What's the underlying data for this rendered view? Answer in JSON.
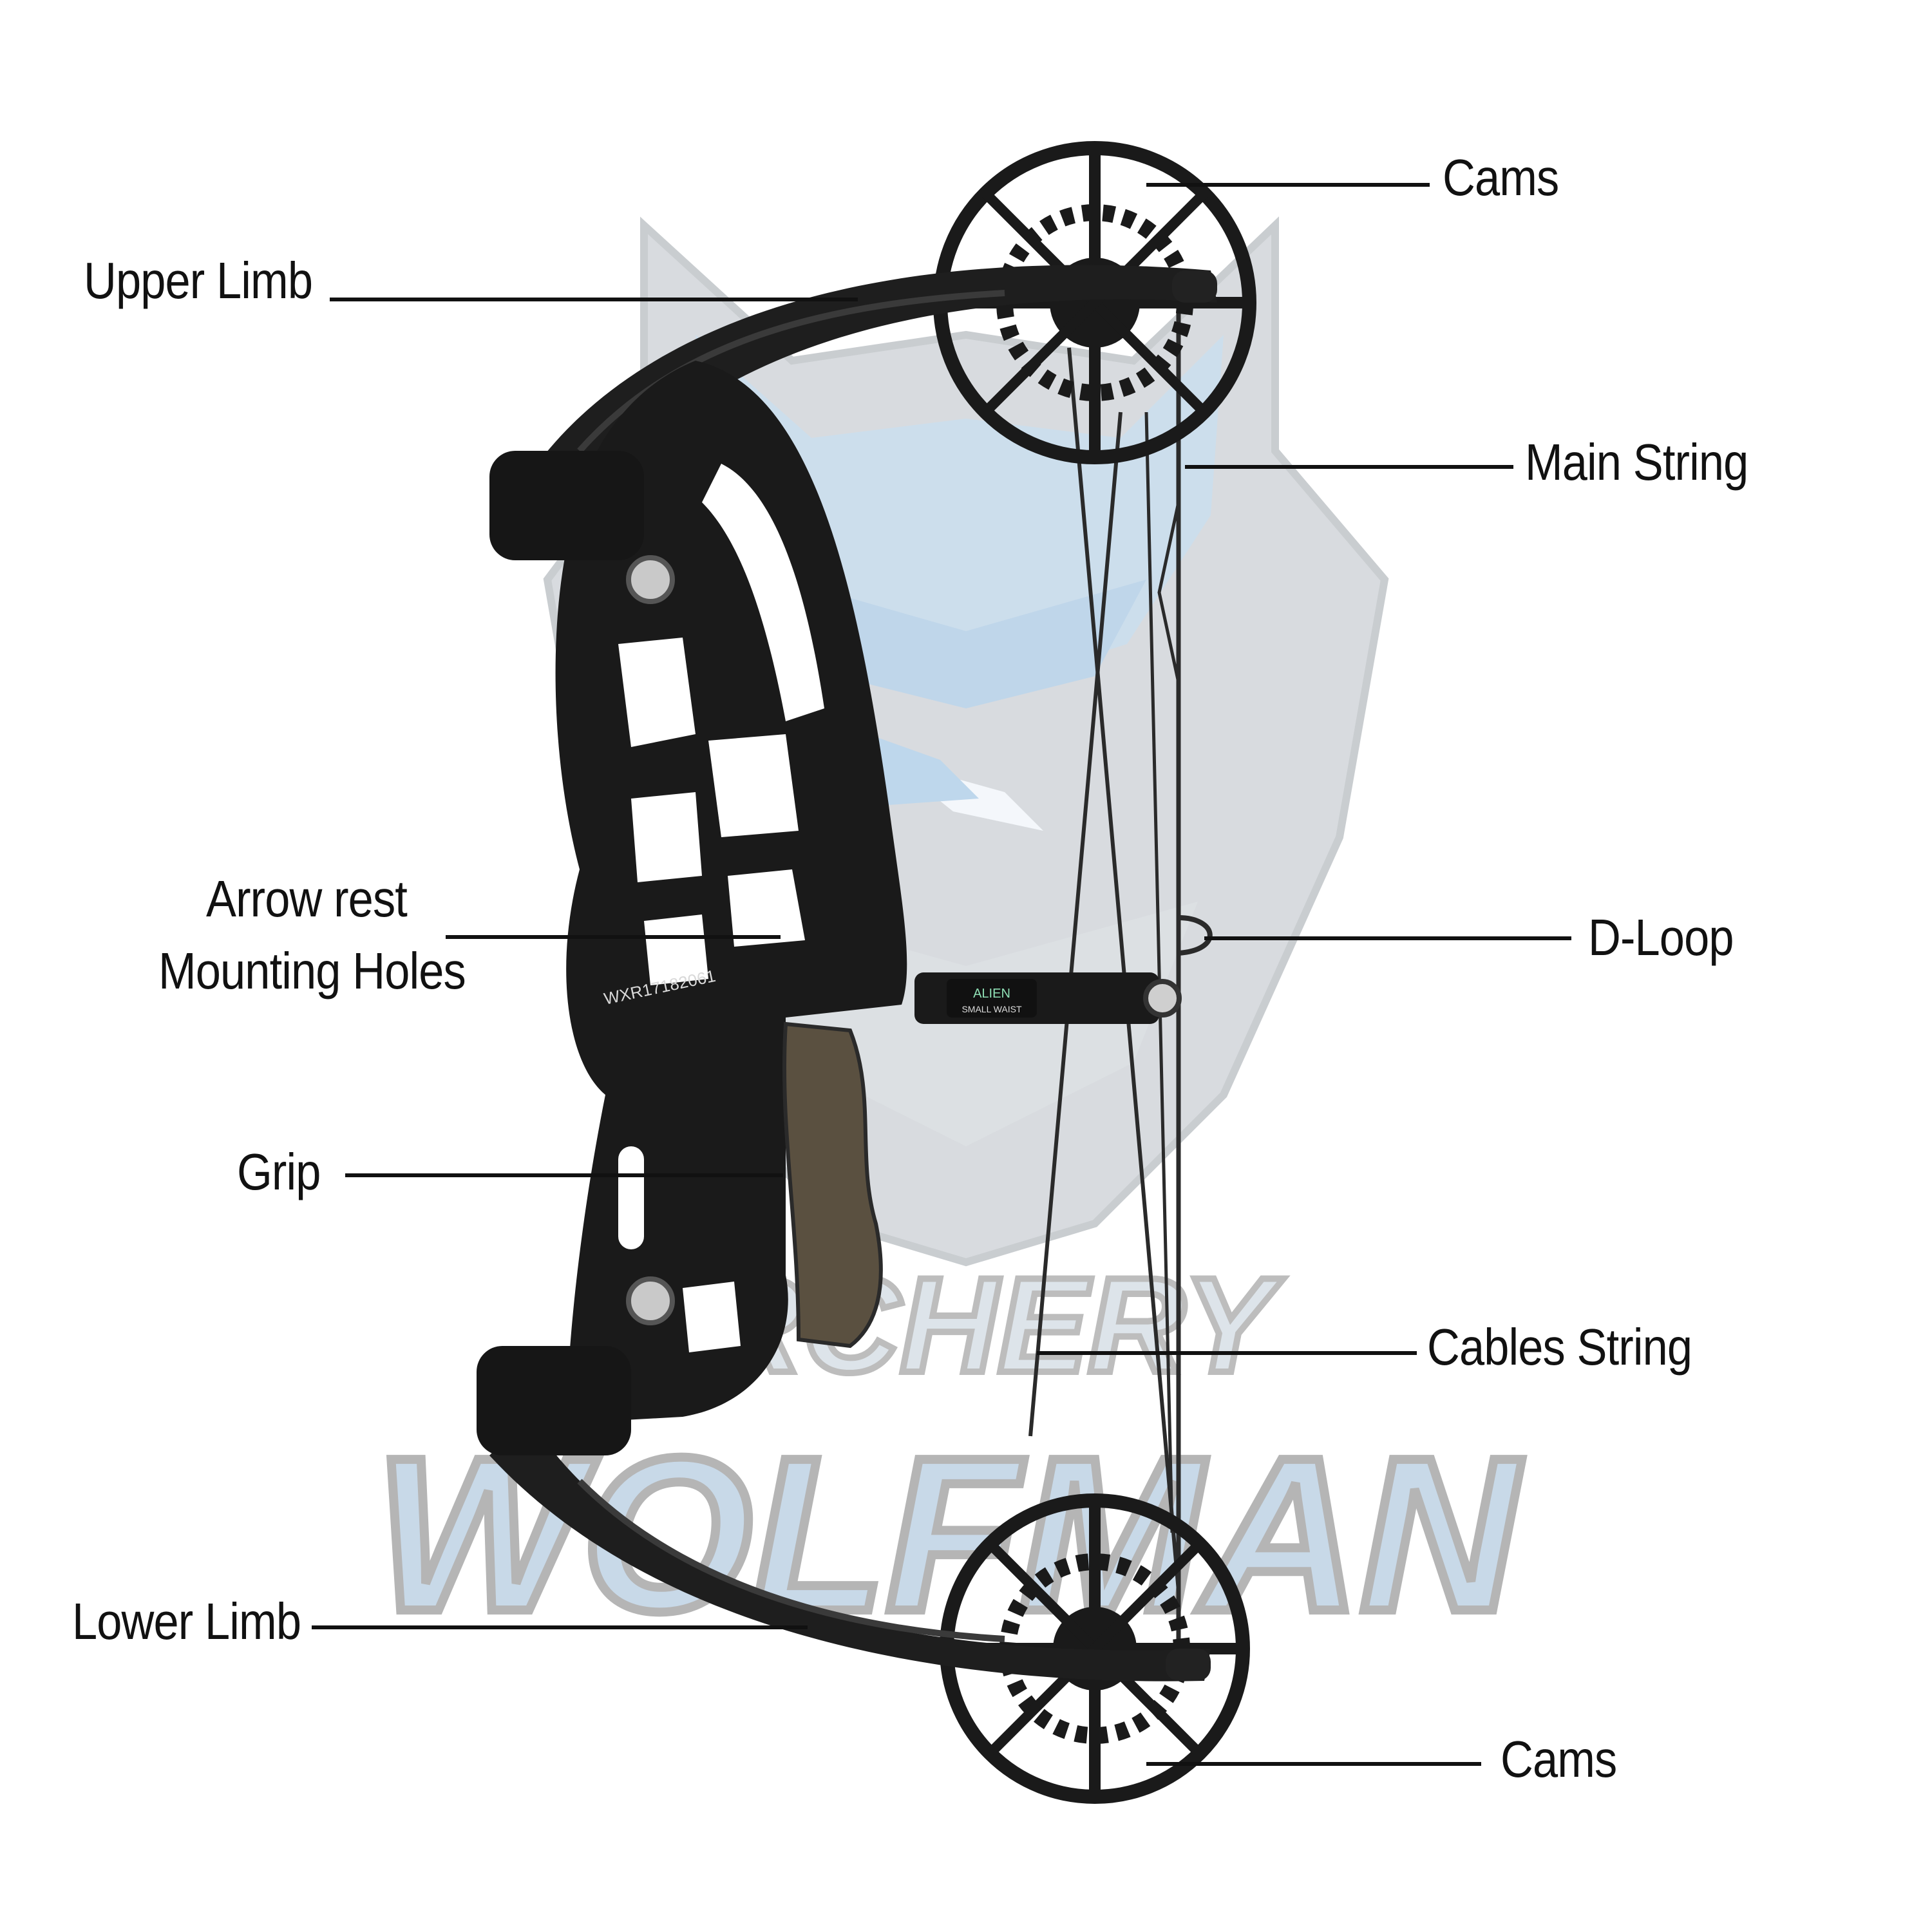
{
  "watermark": {
    "line1": "ARCHERY",
    "line2": "WOLFMAN",
    "color_fill": "#c8d9e8",
    "color_outline": "#b5b5b5"
  },
  "bow": {
    "serial": "WXR17182061",
    "plate_brand": "ALIEN",
    "plate_text": "SMALL WAIST",
    "color_riser": "#1a1a1a",
    "color_grip": "#5a5040"
  },
  "labels": {
    "cams_top": "Cams",
    "upper_limb": "Upper Limb",
    "main_string": "Main String",
    "arrow_rest_line1": "Arrow rest",
    "arrow_rest_line2": "Mounting Holes",
    "d_loop": "D-Loop",
    "grip": "Grip",
    "cables_string": "Cables String",
    "lower_limb": "Lower Limb",
    "cams_bottom": "Cams"
  }
}
